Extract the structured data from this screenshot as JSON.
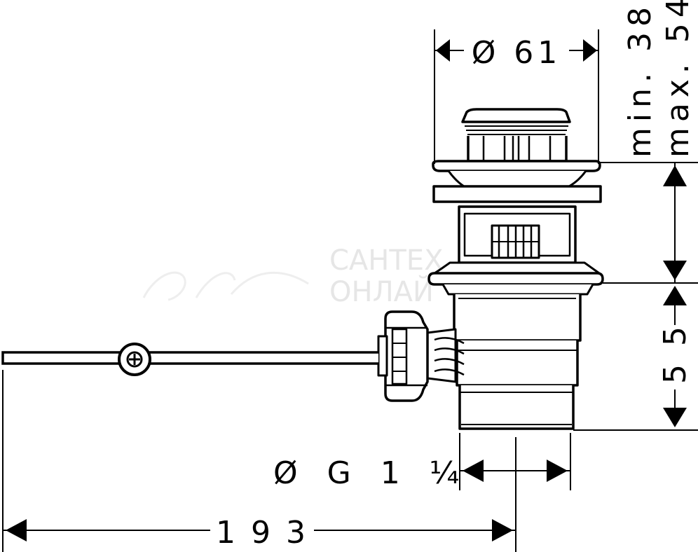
{
  "dimensions": {
    "top_diameter": "Ø 61",
    "height_min": "min. 38",
    "height_max": "max. 54",
    "body_height": "5 5",
    "thread": "Ø G 1 ¼",
    "rod_length": "1 9 3"
  },
  "watermark": {
    "line1": "САНТЕХ",
    "line2": "ОНЛАЙ"
  },
  "colors": {
    "line": "#000000",
    "background": "#ffffff",
    "watermark": "#e6e6e6"
  }
}
